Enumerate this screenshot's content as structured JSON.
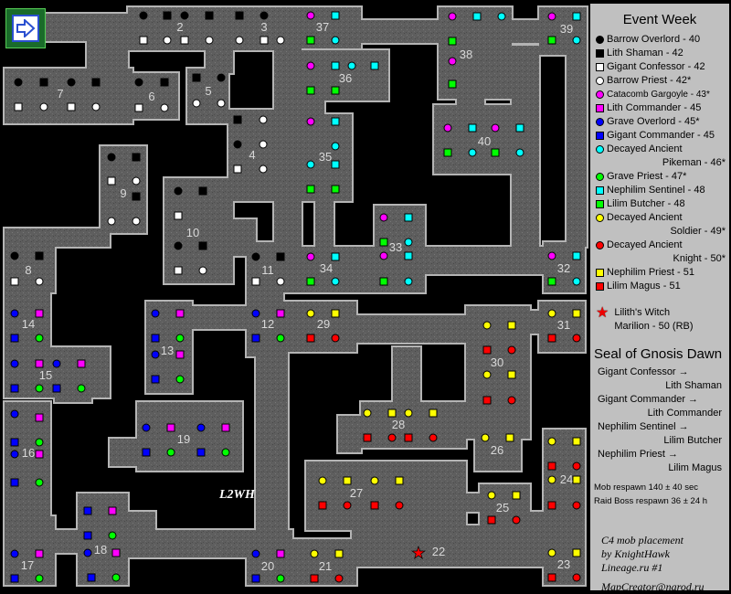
{
  "legend": {
    "title": "Event Week",
    "mobs": [
      {
        "label": "Barrow Overlord - 40",
        "shape": "circle",
        "color": "#000000"
      },
      {
        "label": "Lith Shaman - 42",
        "shape": "square",
        "color": "#000000"
      },
      {
        "label": "Gigant Confessor - 42",
        "shape": "square",
        "color": "#ffffff"
      },
      {
        "label": "Barrow Priest - 42*",
        "shape": "circle",
        "color": "#ffffff"
      },
      {
        "label": "Catacomb Gargoyle - 43*",
        "shape": "circle",
        "color": "#ff00ff"
      },
      {
        "label": "Lith Commander - 45",
        "shape": "square",
        "color": "#ff00ff"
      },
      {
        "label": "Grave Overlord - 45*",
        "shape": "circle",
        "color": "#0000ff"
      },
      {
        "label": "Gigant Commander - 45",
        "shape": "square",
        "color": "#0000ff"
      },
      {
        "label": "Decayed Ancient Pikeman - 46*",
        "line1": "Decayed Ancient",
        "line2": "Pikeman - 46*",
        "shape": "circle",
        "color": "#00ffff"
      },
      {
        "label": "Grave Priest - 47*",
        "shape": "circle",
        "color": "#00ff00"
      },
      {
        "label": "Nephilim Sentinel - 48",
        "shape": "square",
        "color": "#00ffff"
      },
      {
        "label": "Lilim Butcher - 48",
        "shape": "square",
        "color": "#00ff00"
      },
      {
        "label": "Decayed Ancient Soldier - 49*",
        "line1": "Decayed Ancient",
        "line2": "Soldier - 49*",
        "shape": "circle",
        "color": "#ffff00"
      },
      {
        "label": "Decayed Ancient Knight - 50*",
        "line1": "Decayed Ancient",
        "line2": "Knight - 50*",
        "shape": "circle",
        "color": "#ff0000"
      },
      {
        "label": "Nephilim Priest - 51",
        "shape": "square",
        "color": "#ffff00"
      },
      {
        "label": "Lilim Magus - 51",
        "shape": "square",
        "color": "#ff0000"
      }
    ],
    "raid_boss": {
      "line1": "Lilith's Witch",
      "line2": "Marilion - 50 (RB)",
      "color": "#ff0000"
    },
    "seal_title": "Seal of Gnosis Dawn",
    "conversions": [
      {
        "from": "Gigant Confessor →",
        "to": "Lith Shaman"
      },
      {
        "from": "Gigant Commander →",
        "to": "Lith Commander"
      },
      {
        "from": "Nephilim Sentinel  →",
        "to": "Lilim Butcher"
      },
      {
        "from": "Nephilim Priest  →",
        "to": "Lilim Magus"
      }
    ],
    "mob_respawn": "Mob respawn 140 ± 40 sec",
    "rb_respawn": "Raid Boss respawn 36 ± 24 h",
    "credits": [
      "C4 mob placement",
      "by KnightHawk",
      "Lineage.ru #1"
    ],
    "email": "MapCreator@narod.ru"
  },
  "map": {
    "watermark": "L2WH",
    "entrance_icon": "exit-arrow-icon",
    "rooms": [
      "2",
      "3",
      "37",
      "38",
      "39",
      "7",
      "6",
      "5",
      "4",
      "36",
      "35",
      "9",
      "10",
      "8",
      "11",
      "34",
      "33",
      "40",
      "32",
      "14",
      "15",
      "13",
      "12",
      "29",
      "30",
      "31",
      "28",
      "26",
      "19",
      "16",
      "27",
      "25",
      "24",
      "23",
      "22",
      "21",
      "20",
      "18",
      "17"
    ],
    "colors": {
      "floor": "#5e5e5e",
      "wall": "#b4b4b4",
      "background": "#000000",
      "legend_bg": "#c0c0c0"
    }
  }
}
